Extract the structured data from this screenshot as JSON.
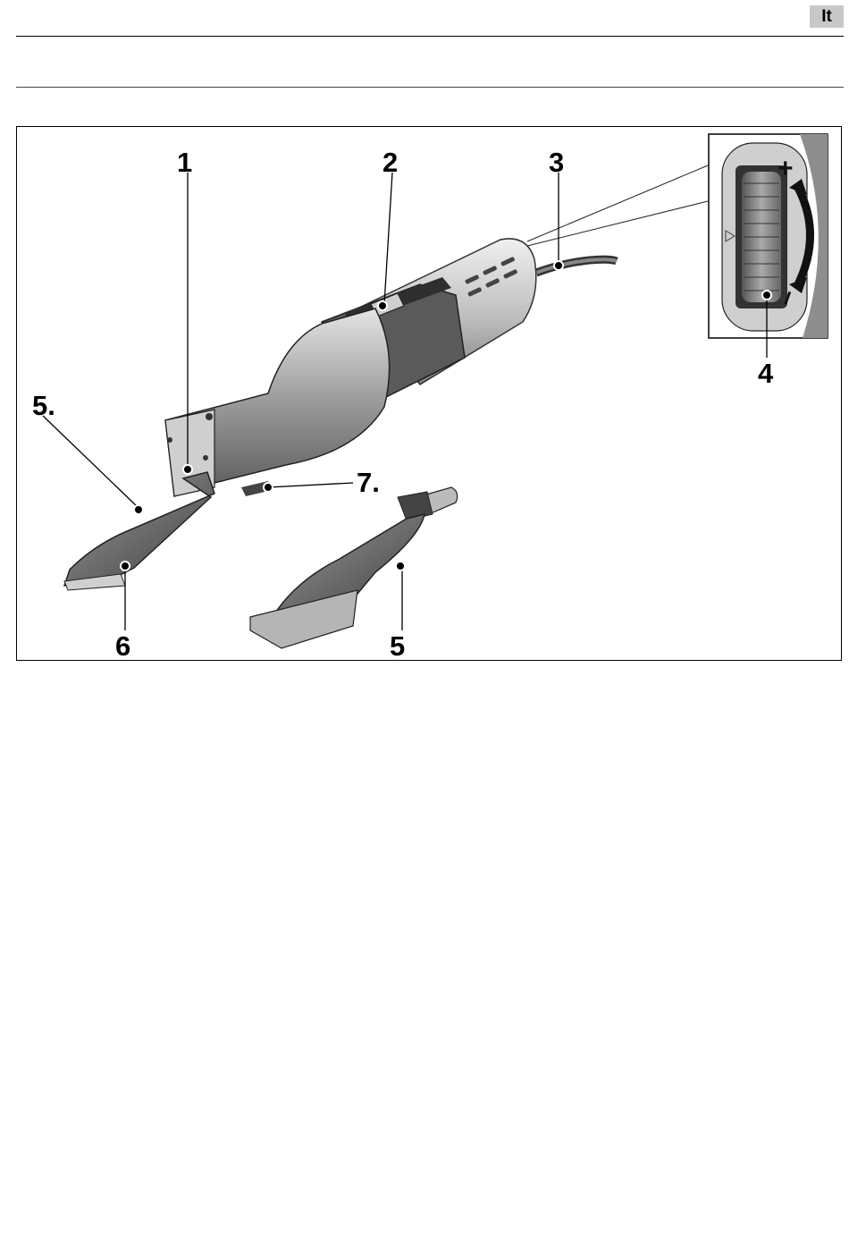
{
  "header": {
    "language_badge": "It"
  },
  "figure": {
    "callouts": {
      "c1": "1",
      "c2": "2",
      "c3": "3",
      "c4": "4",
      "c5_left": "5.",
      "c5_bottom": "5",
      "c6": "6",
      "c7": "7."
    },
    "dial_symbols": {
      "plus": "+",
      "minus": "–"
    }
  }
}
